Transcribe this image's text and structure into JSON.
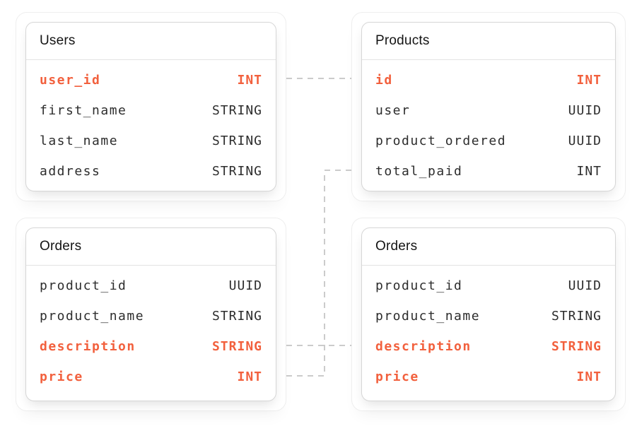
{
  "diagram": {
    "kind": "database-schema",
    "background": "#ffffff"
  },
  "colors": {
    "highlight": "#f2603d",
    "field_text": "#2d2d2d",
    "title_text": "#141414",
    "card_border": "#d6d6d6",
    "outer_border": "#eeeeee",
    "divider": "#e3e3e3",
    "connector": "#cbcbcb"
  },
  "tables": [
    {
      "title": "Users",
      "fields": [
        {
          "name": "user_id",
          "type": "INT",
          "highlighted": true
        },
        {
          "name": "first_name",
          "type": "STRING",
          "highlighted": false
        },
        {
          "name": "last_name",
          "type": "STRING",
          "highlighted": false
        },
        {
          "name": "address",
          "type": "STRING",
          "highlighted": false
        }
      ]
    },
    {
      "title": "Products",
      "fields": [
        {
          "name": "id",
          "type": "INT",
          "highlighted": true
        },
        {
          "name": "user",
          "type": "UUID",
          "highlighted": false
        },
        {
          "name": "product_ordered",
          "type": "UUID",
          "highlighted": false
        },
        {
          "name": "total_paid",
          "type": "INT",
          "highlighted": false
        }
      ]
    },
    {
      "title": "Orders",
      "fields": [
        {
          "name": "product_id",
          "type": "UUID",
          "highlighted": false
        },
        {
          "name": "product_name",
          "type": "STRING",
          "highlighted": false
        },
        {
          "name": "description",
          "type": "STRING",
          "highlighted": true
        },
        {
          "name": "price",
          "type": "INT",
          "highlighted": true
        }
      ]
    },
    {
      "title": "Orders",
      "fields": [
        {
          "name": "product_id",
          "type": "UUID",
          "highlighted": false
        },
        {
          "name": "product_name",
          "type": "STRING",
          "highlighted": false
        },
        {
          "name": "description",
          "type": "STRING",
          "highlighted": true
        },
        {
          "name": "price",
          "type": "INT",
          "highlighted": true
        }
      ]
    }
  ],
  "relations": [
    {
      "from": "Users.user_id",
      "to": "Products.id",
      "style": "dashed"
    },
    {
      "from": "Orders(bottom-left).price",
      "to": "Products.total_paid",
      "style": "dashed"
    },
    {
      "from": "Orders(bottom-left).description",
      "to": "Orders(bottom-right).description",
      "style": "dashed"
    }
  ]
}
